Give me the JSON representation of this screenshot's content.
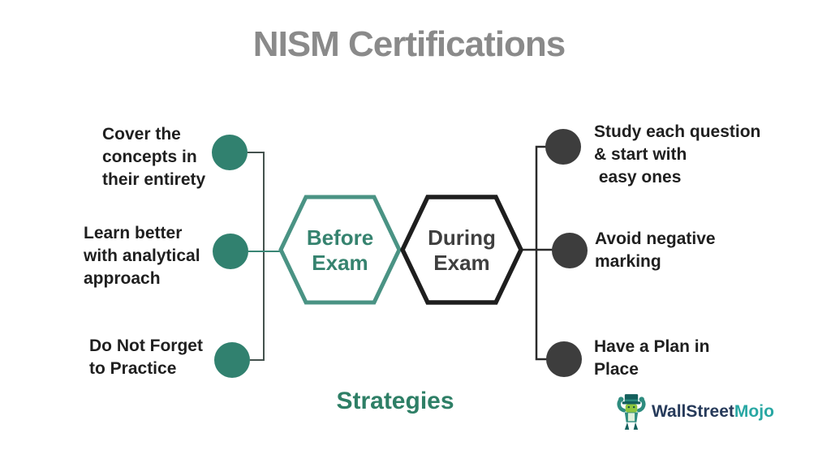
{
  "title": "NISM Certifications",
  "subtitle": "Strategies",
  "before_exam": {
    "label": "Before\nExam",
    "items": [
      "Cover the\nconcepts in\ntheir entirety",
      "Learn better\nwith analytical\napproach",
      "Do Not Forget\nto Practice"
    ]
  },
  "during_exam": {
    "label": "During\nExam",
    "items": [
      "Study each question\n& start with\n easy ones",
      "Avoid negative\nmarking",
      "Have a Plan in\nPlace"
    ]
  },
  "logo": {
    "brand_primary": "WallStreet",
    "brand_secondary": "Mojo"
  },
  "colors": {
    "title_gray": "#8a8a8a",
    "body_text": "#1f1f1f",
    "teal_circle_fill": "#31816f",
    "teal_hexagon_stroke": "#4a9384",
    "teal_hexagon_text": "#36836f",
    "black_hexagon_stroke": "#1e1e1e",
    "during_exam_text": "#3f3f3f",
    "dark_circle_fill": "#3d3d3d",
    "connector_dark": "#2b2b2b",
    "connector_teal": "#3a8674",
    "strategies_teal": "#2e7f66",
    "logo_navy": "#263a5a",
    "logo_teal": "#28a7a3"
  }
}
